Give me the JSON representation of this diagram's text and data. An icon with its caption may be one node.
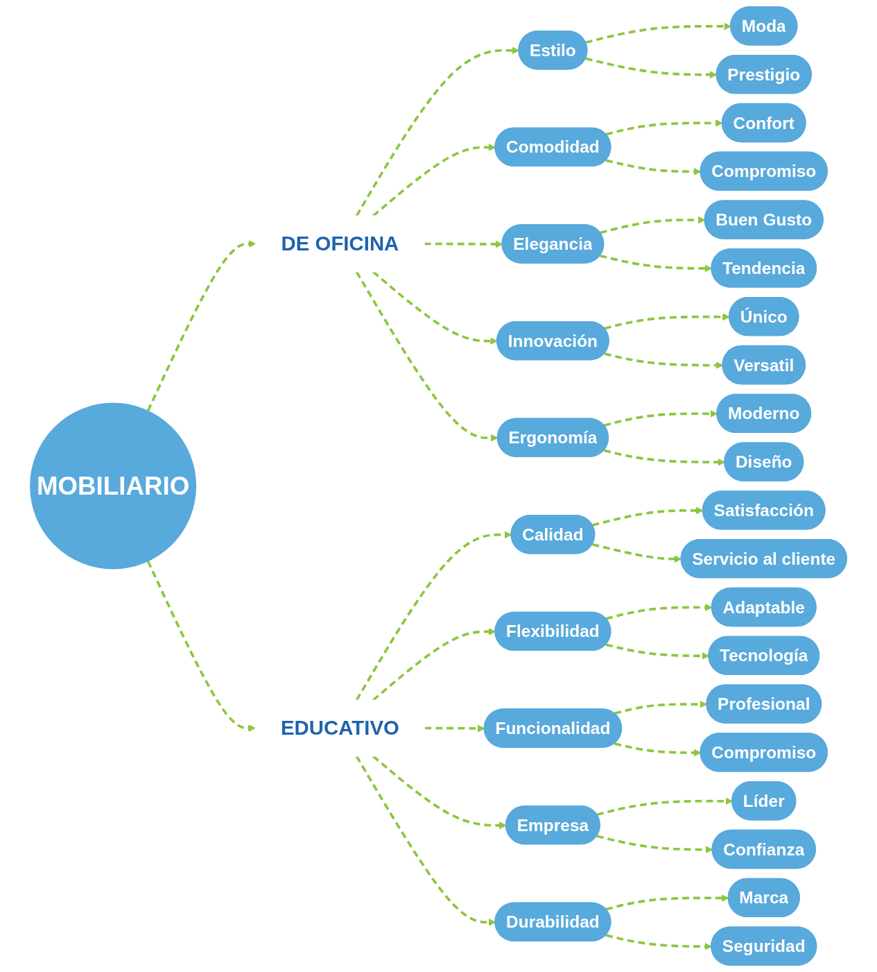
{
  "diagram": {
    "nodes": [
      {
        "text": [
          "MOBILIARIO"
        ]
      },
      {
        "text": [
          "DE OFICINA"
        ]
      },
      {
        "text": [
          "EDUCATIVO"
        ]
      },
      {
        "text": [
          "Estilo"
        ]
      },
      {
        "text": [
          "Comodidad"
        ]
      },
      {
        "text": [
          "Elegancia"
        ]
      },
      {
        "text": [
          "Innovación"
        ]
      },
      {
        "text": [
          "Ergonomía"
        ]
      },
      {
        "text": [
          "Moda"
        ]
      },
      {
        "text": [
          "Prestigio"
        ]
      },
      {
        "text": [
          "Confort"
        ]
      },
      {
        "text": [
          "Compromiso"
        ]
      },
      {
        "text": [
          "Buen Gusto"
        ]
      },
      {
        "text": [
          "Tendencia"
        ]
      },
      {
        "text": [
          "Único"
        ]
      },
      {
        "text": [
          "Versatil"
        ]
      },
      {
        "text": [
          "Moderno"
        ]
      },
      {
        "text": [
          "Diseño"
        ]
      },
      {
        "text": [
          "Calidad"
        ]
      },
      {
        "text": [
          "Flexibilidad"
        ]
      },
      {
        "text": [
          "Funcionalidad"
        ]
      },
      {
        "text": [
          "Empresa"
        ]
      },
      {
        "text": [
          "Durabilidad"
        ]
      },
      {
        "text": [
          "Satisfacción"
        ]
      },
      {
        "text": [
          "Servicio al cliente"
        ]
      },
      {
        "text": [
          "Adaptable"
        ]
      },
      {
        "text": [
          "Tecnología"
        ]
      },
      {
        "text": [
          "Profesional"
        ]
      },
      {
        "text": [
          "Compromiso"
        ]
      },
      {
        "text": [
          "Líder"
        ]
      },
      {
        "text": [
          "Confianza"
        ]
      },
      {
        "text": [
          "Marca"
        ]
      },
      {
        "text": [
          "Seguridad"
        ]
      }
    ],
    "edges": [
      {
        "from": 0,
        "to": 1,
        "arrow": "to",
        "style": "dashed"
      },
      {
        "from": 0,
        "to": 2,
        "arrow": "to",
        "style": "dashed"
      },
      {
        "from": 1,
        "to": 3,
        "arrow": "to",
        "style": "dashed"
      },
      {
        "from": 1,
        "to": 4,
        "arrow": "to",
        "style": "dashed"
      },
      {
        "from": 1,
        "to": 5,
        "arrow": "to",
        "style": "dashed"
      },
      {
        "from": 1,
        "to": 6,
        "arrow": "to",
        "style": "dashed"
      },
      {
        "from": 1,
        "to": 7,
        "arrow": "to",
        "style": "dashed"
      },
      {
        "from": 3,
        "to": 8,
        "arrow": "to",
        "style": "dashed"
      },
      {
        "from": 3,
        "to": 9,
        "arrow": "to",
        "style": "dashed"
      },
      {
        "from": 4,
        "to": 10,
        "arrow": "to",
        "style": "dashed"
      },
      {
        "from": 4,
        "to": 11,
        "arrow": "to",
        "style": "dashed"
      },
      {
        "from": 5,
        "to": 12,
        "arrow": "to",
        "style": "dashed"
      },
      {
        "from": 5,
        "to": 13,
        "arrow": "to",
        "style": "dashed"
      },
      {
        "from": 6,
        "to": 14,
        "arrow": "to",
        "style": "dashed"
      },
      {
        "from": 6,
        "to": 15,
        "arrow": "to",
        "style": "dashed"
      },
      {
        "from": 7,
        "to": 16,
        "arrow": "to",
        "style": "dashed"
      },
      {
        "from": 7,
        "to": 17,
        "arrow": "to",
        "style": "dashed"
      },
      {
        "from": 2,
        "to": 18,
        "arrow": "to",
        "style": "dashed"
      },
      {
        "from": 2,
        "to": 19,
        "arrow": "to",
        "style": "dashed"
      },
      {
        "from": 2,
        "to": 20,
        "arrow": "to",
        "style": "dashed"
      },
      {
        "from": 2,
        "to": 21,
        "arrow": "to",
        "style": "dashed"
      },
      {
        "from": 2,
        "to": 22,
        "arrow": "to",
        "style": "dashed"
      },
      {
        "from": 18,
        "to": 23,
        "arrow": "to",
        "style": "dashed"
      },
      {
        "from": 18,
        "to": 24,
        "arrow": "to",
        "style": "dashed"
      },
      {
        "from": 19,
        "to": 25,
        "arrow": "to",
        "style": "dashed"
      },
      {
        "from": 19,
        "to": 26,
        "arrow": "to",
        "style": "dashed"
      },
      {
        "from": 20,
        "to": 27,
        "arrow": "to",
        "style": "dashed"
      },
      {
        "from": 20,
        "to": 28,
        "arrow": "to",
        "style": "dashed"
      },
      {
        "from": 21,
        "to": 29,
        "arrow": "to",
        "style": "dashed"
      },
      {
        "from": 21,
        "to": 30,
        "arrow": "to",
        "style": "dashed"
      },
      {
        "from": 22,
        "to": 31,
        "arrow": "to",
        "style": "dashed"
      },
      {
        "from": 22,
        "to": 32,
        "arrow": "to",
        "style": "dashed"
      }
    ]
  }
}
